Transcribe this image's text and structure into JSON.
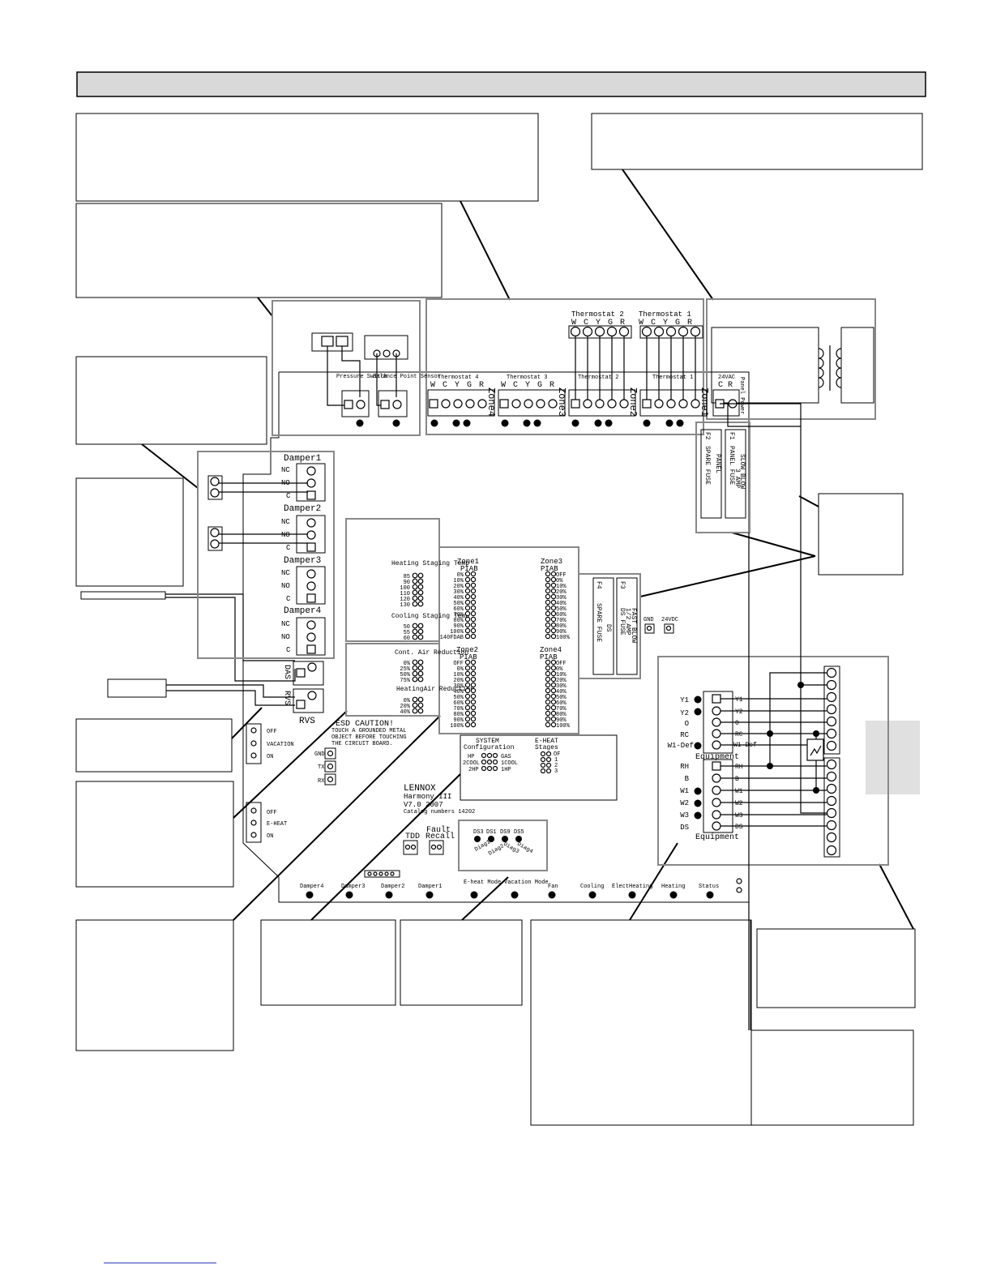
{
  "thermostats": {
    "t1": "Thermostat 1",
    "t2": "Thermostat 2",
    "t3": "Thermostat 3",
    "t4": "Thermostat 4",
    "pins": [
      "W",
      "C",
      "Y",
      "G",
      "R"
    ]
  },
  "zones": [
    "Zone1",
    "Zone2",
    "Zone3",
    "Zone4"
  ],
  "power": {
    "vac": "24VAC",
    "cr": "C R",
    "panel_power": "Panel Power",
    "f1": "F1",
    "f1_text": "SLOW BLOW",
    "f1_amp": "3 AMP",
    "f1_name": "PANEL FUSE",
    "f2": "F2",
    "f2_text": "PANEL",
    "f2_name": "SPARE FUSE"
  },
  "sensors": {
    "pressure_switch": "Pressure Switch",
    "balance_point": "Balance Point Sensor"
  },
  "dampers": {
    "names": [
      "Damper1",
      "Damper2",
      "Damper3",
      "Damper4"
    ],
    "pins": [
      "NC",
      "NO",
      "C"
    ]
  },
  "das": "DAS",
  "rvs": "RVS",
  "rvs2": "RVS",
  "staging": {
    "heating_title": "Heating Staging Temp",
    "heating_values": [
      "85",
      "90",
      "100",
      "110",
      "120",
      "130"
    ],
    "cooling_title": "Cooling Staging Temp",
    "cooling_values": [
      "50",
      "55",
      "60"
    ],
    "cont_air_title": "Cont. Air Reduction",
    "cont_air_values": [
      "0%",
      "25%",
      "50%",
      "75%"
    ],
    "heating_air_title": "HeatingAir Reduction",
    "heating_air_values": [
      "0%",
      "20%",
      "40%"
    ]
  },
  "piab": {
    "label": "PIAB",
    "zone1_values": [
      "0%",
      "10%",
      "20%",
      "30%",
      "40%",
      "50%",
      "60%",
      "70%",
      "80%",
      "90%",
      "100%",
      "140FDAB"
    ],
    "zone2_values": [
      "OFF",
      "0%",
      "10%",
      "20%",
      "30%",
      "40%",
      "50%",
      "60%",
      "70%",
      "80%",
      "90%",
      "100%"
    ],
    "zone3_values": [
      "OFF",
      "0%",
      "10%",
      "20%",
      "30%",
      "40%",
      "50%",
      "60%",
      "70%",
      "80%",
      "90%",
      "100%"
    ]
  },
  "fuses2": {
    "f3": "F3",
    "f3_text": "FAST BLOW",
    "f3_amp": "1/2 AMP",
    "f3_name": "DS FUSE",
    "f4": "F4",
    "f4_name": "SPARE FUSE",
    "f4_text": "DS"
  },
  "test_points": [
    "GND",
    "24VDC"
  ],
  "esd": {
    "title": "ESD CAUTION!",
    "line1": "TOUCH A GROUNDED METAL",
    "line2": "OBJECT BEFORE TOUCHING",
    "line3": "THE CIRCUIT BOARD."
  },
  "vacation": {
    "off": "OFF",
    "label": "VACATION",
    "on": "ON"
  },
  "eheat_sw": {
    "off": "OFF",
    "label": "E-HEAT",
    "on": "ON"
  },
  "comm": [
    "GND",
    "TX",
    "RX"
  ],
  "system_config": {
    "title": "SYSTEM",
    "title2": "Configuration",
    "left": [
      "HP",
      "2COOL",
      "2HP"
    ],
    "right": [
      "GAS",
      "1COOL",
      "1HP"
    ]
  },
  "eheat_stages": {
    "title": "E-HEAT",
    "title2": "Stages",
    "values": [
      "OF",
      "1",
      "2",
      "3"
    ]
  },
  "board": {
    "brand": "LENNOX",
    "model": "Harmony III",
    "version": "V7.0   2007",
    "catalog": "Catalog numbers 14202"
  },
  "buttons": {
    "tdd": "TDD",
    "fault": "Fault",
    "recall": "Recall"
  },
  "diag": {
    "leds": [
      "DS3",
      "DS1",
      "DS9",
      "DS5"
    ],
    "labels": [
      "Diag1",
      "Diag2",
      "Diag3",
      "Diag4"
    ]
  },
  "bottom_leds": [
    "Damper4",
    "Damper3",
    "Damper2",
    "Damper1",
    "E-heat Mode",
    "Vacation Mode",
    "Fan",
    "Cooling",
    "ElectHeating",
    "Heating",
    "Status"
  ],
  "equipment": {
    "left_top": [
      "Y1",
      "Y2",
      "O",
      "RC",
      "W1-Def"
    ],
    "left_bottom": [
      "RH",
      "B",
      "W1",
      "W2",
      "W3",
      "DS"
    ],
    "right_top": [
      "Y1",
      "Y2",
      "O",
      "RC",
      "W1-Def"
    ],
    "right_bottom": [
      "RH",
      "B",
      "W1",
      "W2",
      "W3",
      "DS"
    ],
    "label": "Equipment"
  }
}
